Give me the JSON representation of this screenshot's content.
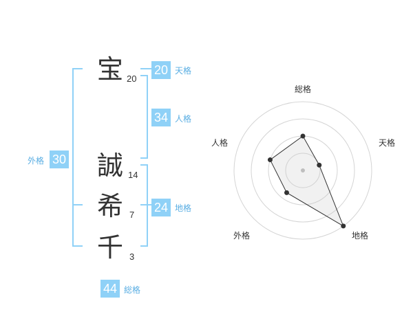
{
  "name_chars": [
    {
      "char": "宝",
      "strokes": "20"
    },
    {
      "char": "誠",
      "strokes": "14"
    },
    {
      "char": "希",
      "strokes": "7"
    },
    {
      "char": "千",
      "strokes": "3"
    }
  ],
  "kakusu": {
    "tenkaku": {
      "label": "天格",
      "value": "20"
    },
    "jinkaku": {
      "label": "人格",
      "value": "34"
    },
    "chikaku": {
      "label": "地格",
      "value": "24"
    },
    "gaikaku": {
      "label": "外格",
      "value": "30"
    },
    "soukaku": {
      "label": "総格",
      "value": "44"
    }
  },
  "colors": {
    "accent": "#8fd1f7",
    "accent_text": "#5aaee3",
    "bracket": "#8fd1f7",
    "text": "#333333"
  },
  "chart_data": {
    "type": "radar",
    "axes": [
      "総格",
      "天格",
      "地格",
      "外格",
      "人格"
    ],
    "levels": 4,
    "values": [
      0.5,
      0.25,
      1.0,
      0.4,
      0.5
    ]
  }
}
